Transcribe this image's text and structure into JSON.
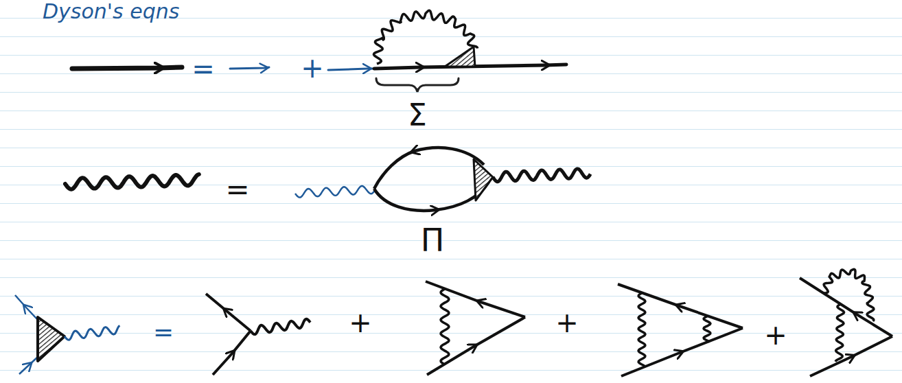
{
  "diagram": {
    "title": "Dyson's eqns",
    "labels": [
      "=",
      "+",
      "Σ",
      "=",
      "Π",
      "=",
      "+",
      "+",
      "+"
    ]
  }
}
